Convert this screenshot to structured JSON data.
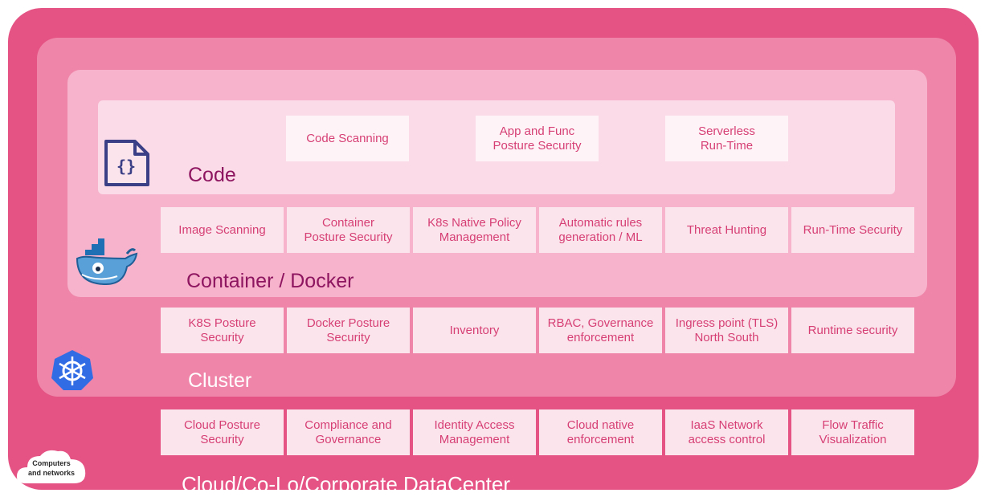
{
  "layers": {
    "code": {
      "label": "Code",
      "items": [
        "Code Scanning",
        "App and Func\nPosture Security",
        "Serverless\nRun-Time"
      ]
    },
    "container": {
      "label": "Container / Docker",
      "items": [
        "Image Scanning",
        "Container\nPosture Security",
        "K8s Native Policy\nManagement",
        "Automatic rules\ngeneration / ML",
        "Threat Hunting",
        "Run-Time Security"
      ]
    },
    "cluster": {
      "label": "Cluster",
      "items": [
        "K8S Posture\nSecurity",
        "Docker Posture\nSecurity",
        "Inventory",
        "RBAC, Governance\nenforcement",
        "Ingress point (TLS)\nNorth South",
        "Runtime security"
      ]
    },
    "cloud": {
      "label": "Cloud/Co-Lo/Corporate DataCenter",
      "items": [
        "Cloud Posture\nSecurity",
        "Compliance and\nGovernance",
        "Identity Access\nManagement",
        "Cloud native\nenforcement",
        "IaaS Network\naccess control",
        "Flow Traffic\nVisualization"
      ]
    }
  },
  "icons": {
    "code": "code-file-icon",
    "container": "docker-whale-icon",
    "cluster": "kubernetes-helm-icon",
    "cloud": "cloud-icon"
  },
  "cloud_icon_text": [
    "Computers",
    "and networks"
  ],
  "colors": {
    "cloud": "#e45384",
    "cluster": "#ef86a9",
    "container": "#f6b3cb",
    "code": "#fadbe7",
    "box": "#fbe4ec",
    "box_text": "#d63f74",
    "label_dark": "#8e1560"
  }
}
